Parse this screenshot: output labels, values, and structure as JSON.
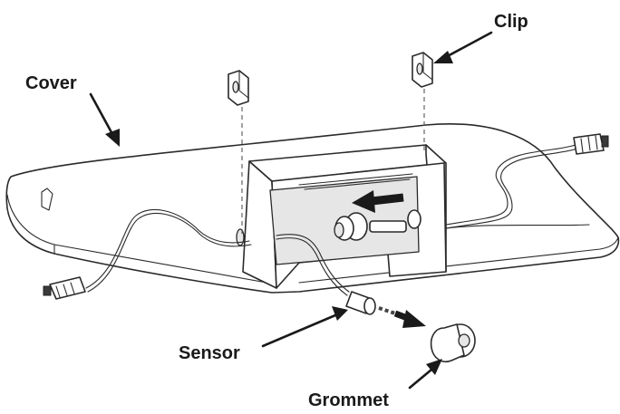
{
  "labels": {
    "cover": "Cover",
    "clip": "Clip",
    "sensor": "Sensor",
    "grommet": "Grommet"
  },
  "colors": {
    "line": "#2a2a2a",
    "background": "#ffffff"
  }
}
